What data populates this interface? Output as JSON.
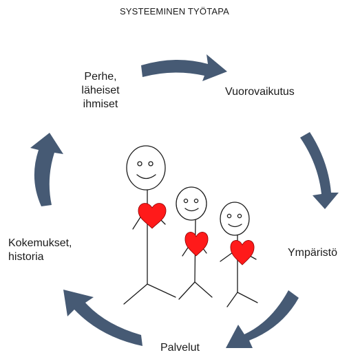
{
  "title": "SYSTEEMINEN TYÖTAPA",
  "labels": {
    "family": [
      "Perhe,",
      "läheiset",
      "ihmiset"
    ],
    "interaction": "Vuorovaikutus",
    "environment": "Ympäristö",
    "services": "Palvelut",
    "experiences": [
      "Kokemukset,",
      "historia"
    ]
  },
  "colors": {
    "arrow": "#465a74",
    "heart": "#ff1a1a",
    "stroke": "#1a1a1a"
  }
}
